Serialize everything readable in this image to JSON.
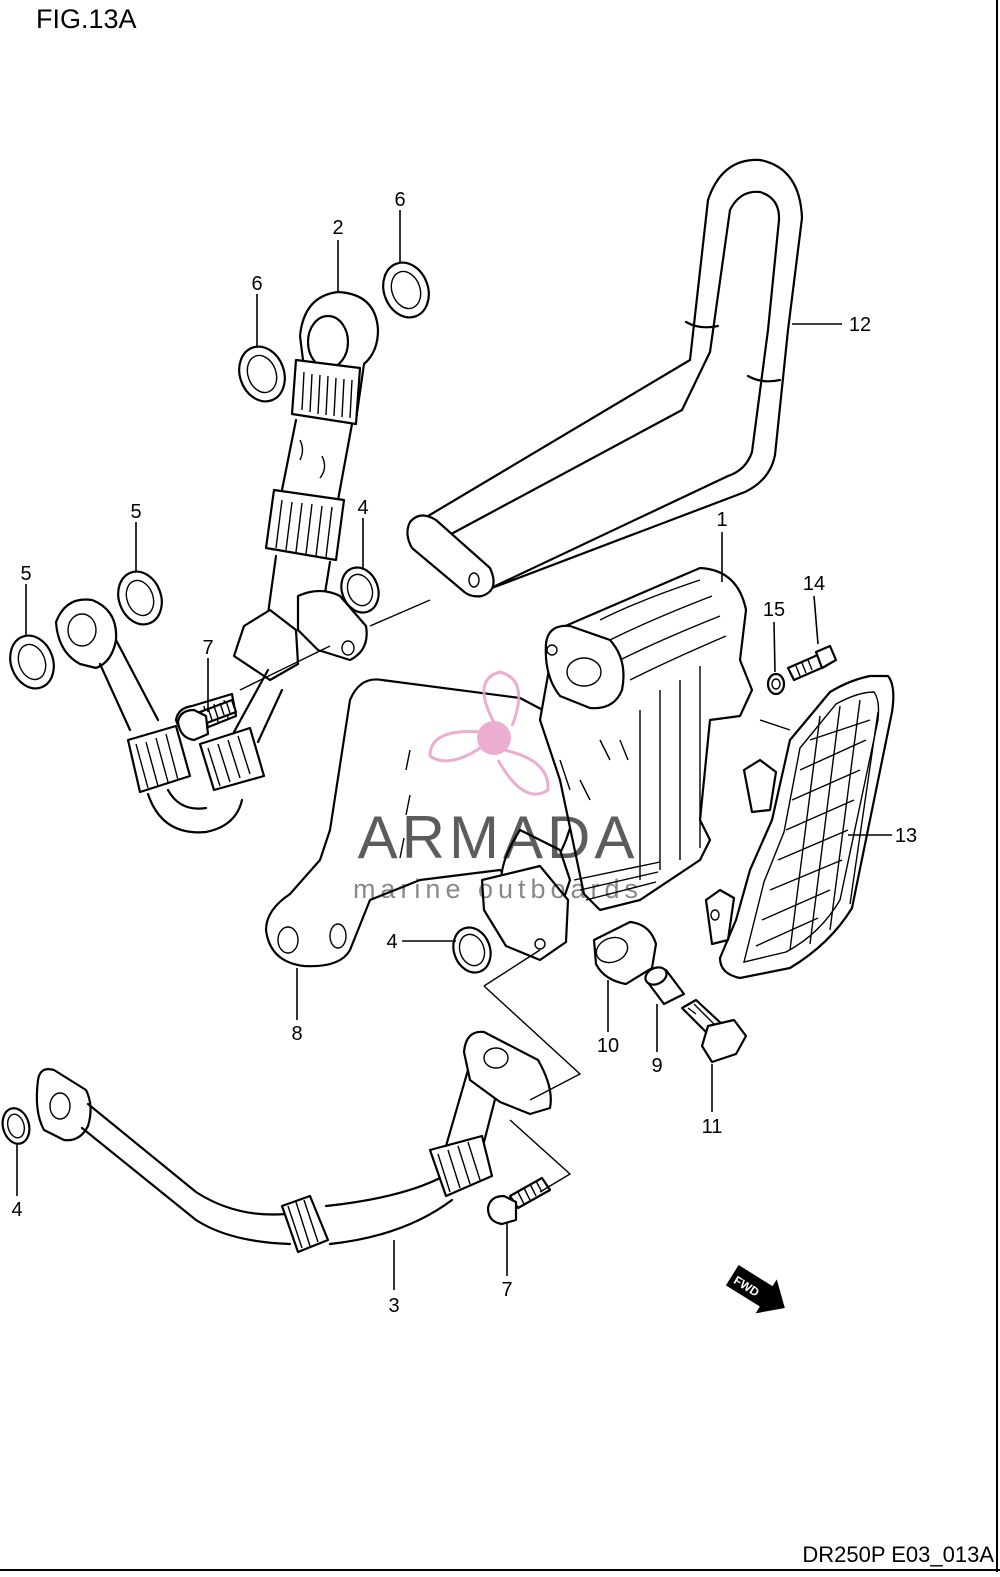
{
  "figure": {
    "title": "FIG.13A",
    "drawing_code": "DR250P E03_013A"
  },
  "watermark": {
    "brand": "ARMADA",
    "tagline": "marine outboards",
    "color": "#e8a0c8"
  },
  "fwd_badge": {
    "text": "FWD"
  },
  "callouts": [
    {
      "id": "c1",
      "label": "1"
    },
    {
      "id": "c2",
      "label": "2"
    },
    {
      "id": "c3",
      "label": "3"
    },
    {
      "id": "c4a",
      "label": "4"
    },
    {
      "id": "c4b",
      "label": "4"
    },
    {
      "id": "c4c",
      "label": "4"
    },
    {
      "id": "c5a",
      "label": "5"
    },
    {
      "id": "c5b",
      "label": "5"
    },
    {
      "id": "c6a",
      "label": "6"
    },
    {
      "id": "c6b",
      "label": "6"
    },
    {
      "id": "c7a",
      "label": "7"
    },
    {
      "id": "c7b",
      "label": "7"
    },
    {
      "id": "c8",
      "label": "8"
    },
    {
      "id": "c9",
      "label": "9"
    },
    {
      "id": "c10",
      "label": "10"
    },
    {
      "id": "c11",
      "label": "11"
    },
    {
      "id": "c12",
      "label": "12"
    },
    {
      "id": "c13",
      "label": "13"
    },
    {
      "id": "c14",
      "label": "14"
    },
    {
      "id": "c15",
      "label": "15"
    }
  ]
}
